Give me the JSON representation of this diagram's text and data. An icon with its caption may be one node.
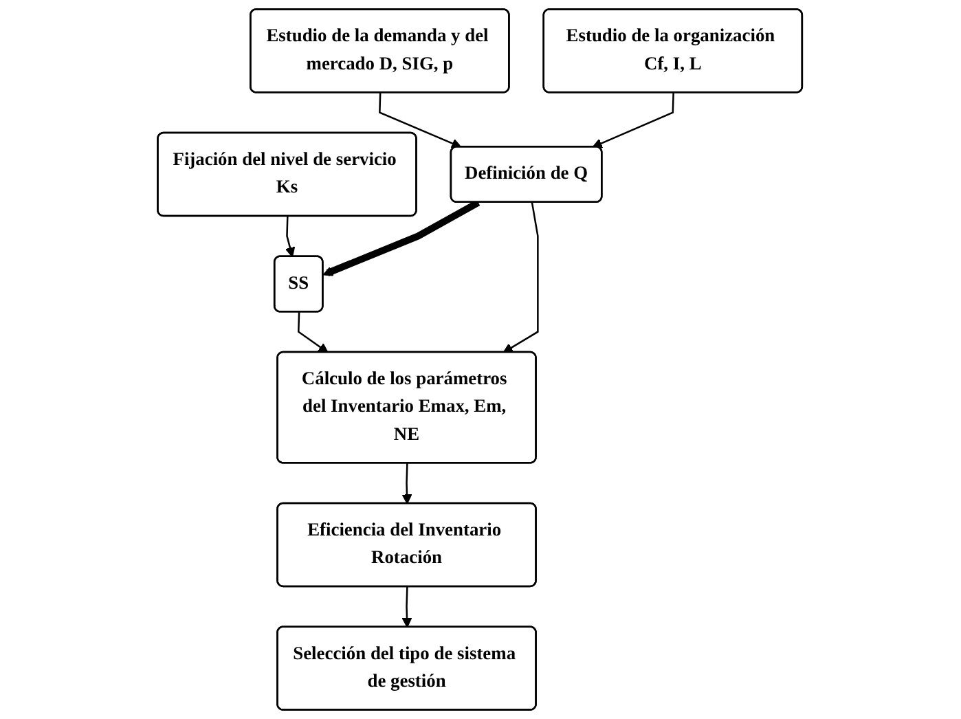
{
  "diagram": {
    "nodes": [
      {
        "text": [
          "Estudio de la demanda y del mercado D, SIG, p"
        ]
      },
      {
        "text": [
          "Estudio de la organización Cf, I, L"
        ]
      },
      {
        "text": [
          "Fijación del nivel de servicio Ks"
        ]
      },
      {
        "text": [
          "Definición de Q"
        ]
      },
      {
        "text": [
          "SS"
        ]
      },
      {
        "text": [
          "Cálculo de los parámetros del Inventario Emax, Em, NE"
        ]
      },
      {
        "text": [
          "Eficiencia del Inventario Rotación"
        ]
      },
      {
        "text": [
          "Selección del tipo de sistema de gestión"
        ]
      }
    ],
    "edges": [
      {
        "from": 0,
        "to": 3,
        "arrow": "to"
      },
      {
        "from": 1,
        "to": 3,
        "arrow": "to"
      },
      {
        "from": 2,
        "to": 4,
        "arrow": "to"
      },
      {
        "from": 3,
        "to": 4,
        "arrow": "to",
        "style": "thick"
      },
      {
        "from": 3,
        "to": 5,
        "arrow": "to"
      },
      {
        "from": 4,
        "to": 5,
        "arrow": "to"
      },
      {
        "from": 5,
        "to": 6,
        "arrow": "to"
      },
      {
        "from": 6,
        "to": 7,
        "arrow": "to"
      }
    ]
  }
}
